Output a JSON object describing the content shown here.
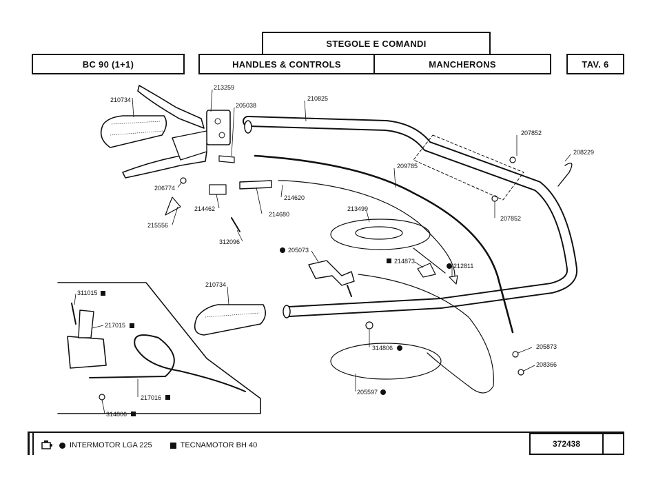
{
  "header": {
    "title_it": "STEGOLE E COMANDI",
    "model": "BC 90 (1+1)",
    "title_en": "HANDLES & CONTROLS",
    "title_fr": "MANCHERONS",
    "table": "TAV. 6"
  },
  "parts": {
    "p210734_top": "210734",
    "p213259": "213259",
    "p205038": "205038",
    "p210825": "210825",
    "p207852_a": "207852",
    "p208229": "208229",
    "p209785": "209785",
    "p206774": "206774",
    "p214620": "214620",
    "p215556": "215556",
    "p214462": "214462",
    "p214680": "214680",
    "p207852_b": "207852",
    "p213499": "213499",
    "p312096": "312096",
    "p205073": "205073",
    "p214873": "214873",
    "p212811": "212811",
    "p311015": "311015",
    "p210734_mid": "210734",
    "p217015": "217015",
    "p314806_a": "314806",
    "p205873": "205873",
    "p208366": "208366",
    "p217016": "217016",
    "p205597": "205597",
    "p314806_b": "314806"
  },
  "legend": {
    "circle_label": "INTERMOTOR LGA 225",
    "square_label": "TECNAMOTOR BH 40"
  },
  "code": "372438",
  "icons": [
    "motor-icon",
    "circle-marker",
    "square-marker"
  ]
}
